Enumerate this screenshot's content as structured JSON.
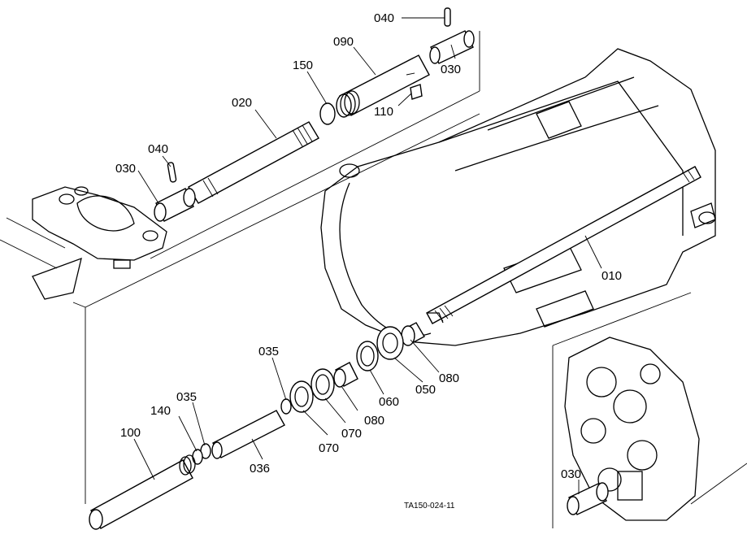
{
  "diagram": {
    "drawing_code": "TA150-024-11",
    "callouts": [
      {
        "id": "040a",
        "text": "040"
      },
      {
        "id": "090",
        "text": "090"
      },
      {
        "id": "030a",
        "text": "030"
      },
      {
        "id": "150",
        "text": "150"
      },
      {
        "id": "020",
        "text": "020"
      },
      {
        "id": "110",
        "text": "110"
      },
      {
        "id": "040b",
        "text": "040"
      },
      {
        "id": "030b",
        "text": "030"
      },
      {
        "id": "010",
        "text": "010"
      },
      {
        "id": "035a",
        "text": "035"
      },
      {
        "id": "080a",
        "text": "080"
      },
      {
        "id": "050",
        "text": "050"
      },
      {
        "id": "060",
        "text": "060"
      },
      {
        "id": "080b",
        "text": "080"
      },
      {
        "id": "070a",
        "text": "070"
      },
      {
        "id": "070b",
        "text": "070"
      },
      {
        "id": "140",
        "text": "140"
      },
      {
        "id": "035b",
        "text": "035"
      },
      {
        "id": "100",
        "text": "100"
      },
      {
        "id": "036",
        "text": "036"
      },
      {
        "id": "030c",
        "text": "030"
      }
    ]
  }
}
